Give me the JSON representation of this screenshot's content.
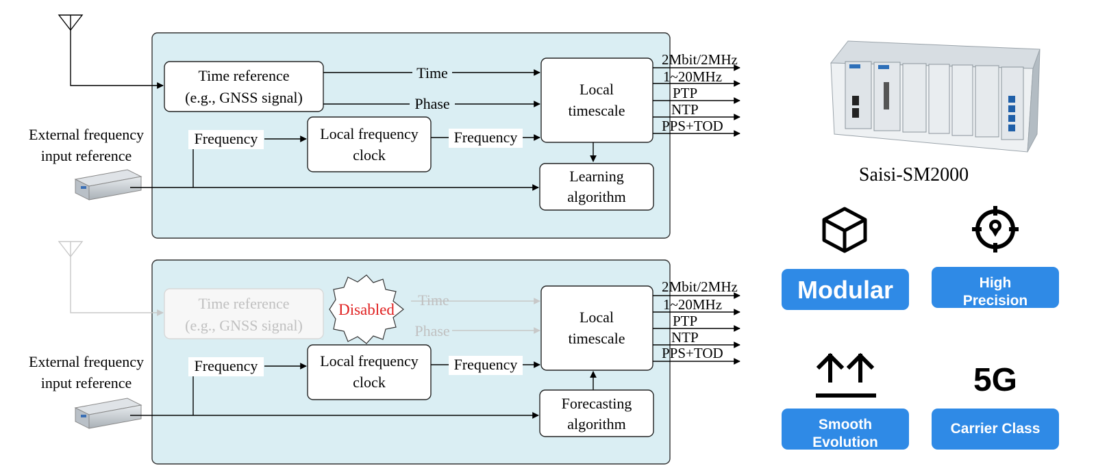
{
  "top_panel": {
    "time_reference": [
      "Time reference",
      "(e.g., GNSS signal)"
    ],
    "external_reference": [
      "External frequency",
      "input reference"
    ],
    "frequency_in_label": "Frequency",
    "local_freq_clock": [
      "Local frequency",
      "clock"
    ],
    "frequency_mid_label": "Frequency",
    "time_label": "Time",
    "phase_label": "Phase",
    "local_timescale": [
      "Local",
      "timescale"
    ],
    "algorithm": [
      "Learning",
      "algorithm"
    ],
    "outputs": [
      "2Mbit/2MHz",
      "1~20MHz",
      "PTP",
      "NTP",
      "PPS+TOD"
    ]
  },
  "bottom_panel": {
    "time_reference": [
      "Time reference",
      "(e.g., GNSS signal)"
    ],
    "disabled_label": "Disabled",
    "external_reference": [
      "External frequency",
      "input reference"
    ],
    "frequency_in_label": "Frequency",
    "local_freq_clock": [
      "Local frequency",
      "clock"
    ],
    "frequency_mid_label": "Frequency",
    "time_label": "Time",
    "phase_label": "Phase",
    "local_timescale": [
      "Local",
      "timescale"
    ],
    "algorithm": [
      "Forecasting",
      "algorithm"
    ],
    "outputs": [
      "2Mbit/2MHz",
      "1~20MHz",
      "PTP",
      "NTP",
      "PPS+TOD"
    ]
  },
  "product": {
    "name": "Saisi-SM2000",
    "features": [
      {
        "label": [
          "Modular"
        ],
        "icon": "cube-icon"
      },
      {
        "label": [
          "High",
          "Precision"
        ],
        "icon": "crosshair-icon"
      },
      {
        "label": [
          "Smooth",
          "Evolution"
        ],
        "icon": "upgrade-arrows-icon"
      },
      {
        "label": [
          "Carrier Class"
        ],
        "icon": "5g-icon",
        "icon_text": "5G"
      }
    ]
  },
  "colors": {
    "panel_fill": "#daeef3",
    "badge_fill": "#2f8ae6",
    "disabled_text": "#e02020",
    "disabled_gray": "#c0c0c0"
  }
}
